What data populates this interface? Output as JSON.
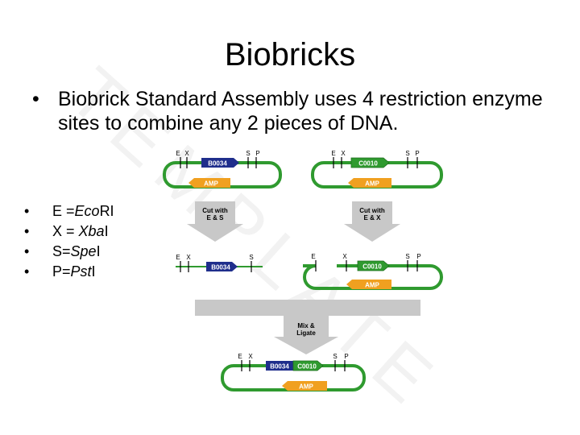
{
  "slide": {
    "title": "Biobricks",
    "intro_bullet": "•",
    "intro_text": "Biobrick Standard Assembly uses 4 restriction enzyme sites to combine any 2 pieces of DNA.",
    "watermark": "TEMPLATE"
  },
  "legend": {
    "bullet": "•",
    "items": [
      {
        "prefix": "E =",
        "name": "Eco",
        "suffix": "RI"
      },
      {
        "prefix": "X = ",
        "name": "Xba",
        "suffix": "I"
      },
      {
        "prefix": "S=",
        "name": "Spe",
        "suffix": "I"
      },
      {
        "prefix": "P=",
        "name": "Pst",
        "suffix": "I"
      }
    ]
  },
  "diagram": {
    "sites": {
      "e": "E",
      "x": "X",
      "s": "S",
      "p": "P"
    },
    "part_left": "B0034",
    "part_right": "C0010",
    "marker": "AMP",
    "cut_left": {
      "line1": "Cut with",
      "line2": "E & S"
    },
    "cut_right": {
      "line1": "Cut with",
      "line2": "E & X"
    },
    "mix": {
      "line1": "Mix &",
      "line2": "Ligate"
    },
    "colors": {
      "backbone": "#2f9a2f",
      "part_left": "#1f2e8c",
      "part_right": "#2f9a2f",
      "marker": "#f0a020",
      "arrow": "#c8c8c8"
    }
  }
}
